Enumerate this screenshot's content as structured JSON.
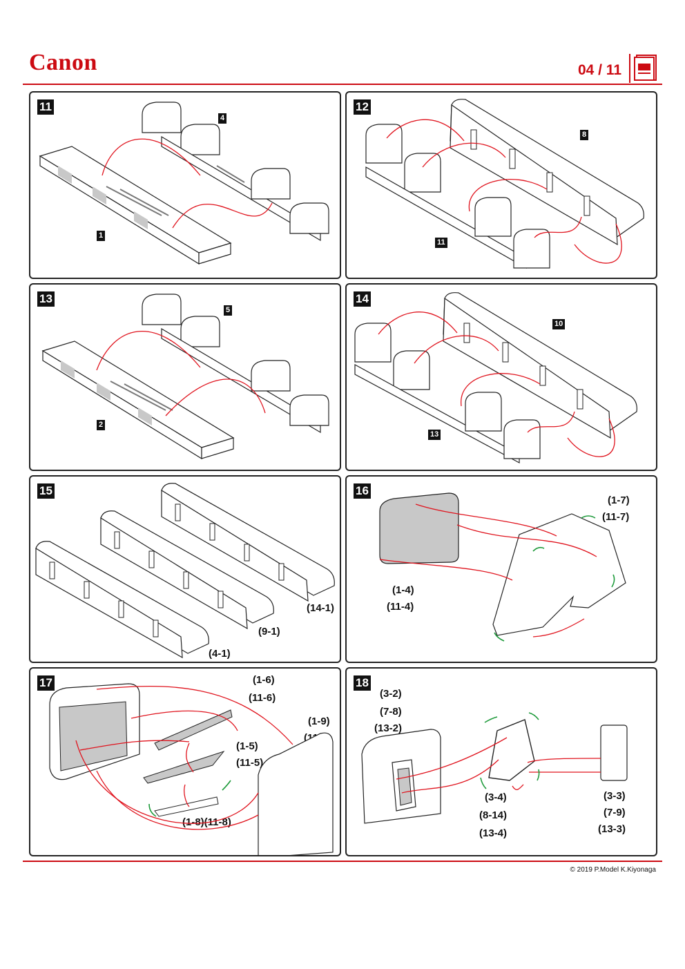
{
  "header": {
    "brand": "Canon",
    "page": "04 / 11"
  },
  "footer": {
    "copyright": "© 2019 P.Model K.Kiyonaga"
  },
  "steps": [
    {
      "num": "11",
      "tags": [
        "4",
        "1"
      ]
    },
    {
      "num": "12",
      "tags": [
        "8",
        "11"
      ]
    },
    {
      "num": "13",
      "tags": [
        "5",
        "2"
      ]
    },
    {
      "num": "14",
      "tags": [
        "10",
        "13"
      ]
    },
    {
      "num": "15",
      "labels": [
        "(14-1)",
        "(9-1)",
        "(4-1)"
      ]
    },
    {
      "num": "16",
      "labels": [
        "(1-7)",
        "(11-7)",
        "(1-4)",
        "(11-4)"
      ]
    },
    {
      "num": "17",
      "labels": [
        "(1-6)",
        "(11-6)",
        "(1-9)",
        "(11-9)",
        "(1-5)",
        "(11-5)",
        "(1-8)(11-8)"
      ]
    },
    {
      "num": "18",
      "labels": [
        "(3-2)",
        "(7-8)",
        "(13-2)",
        "(3-4)",
        "(8-14)",
        "(13-4)",
        "(3-3)",
        "(7-9)",
        "(13-3)"
      ]
    }
  ],
  "colors": {
    "brand": "#cc0a12",
    "arrow": "#e0141e",
    "green": "#1d9a3a",
    "shade": "#c8c8c8"
  }
}
